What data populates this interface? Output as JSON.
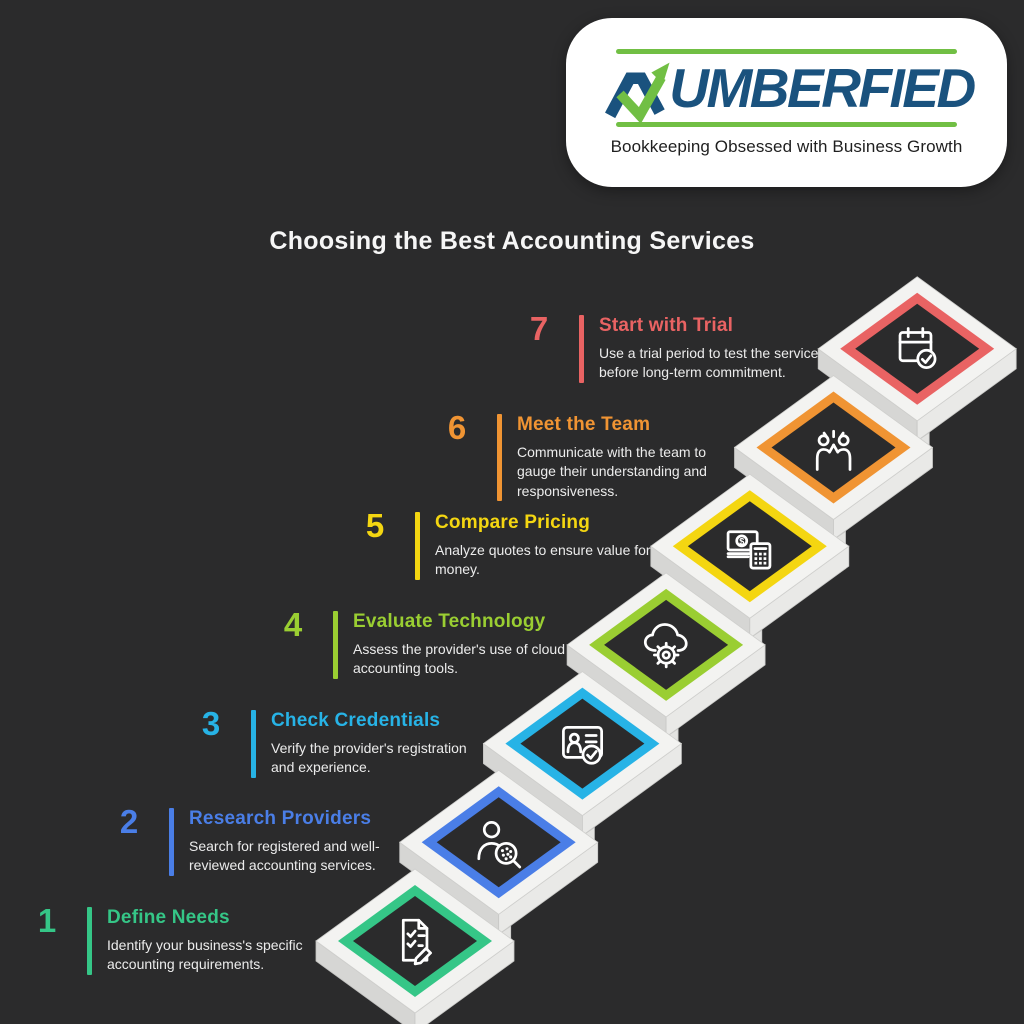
{
  "logo": {
    "brand": "NUMBERFIED",
    "brand_rest": "UMBERFIED",
    "tagline": "Bookkeeping Obsessed with Business Growth",
    "colors": {
      "blue": "#1a527e",
      "green": "#71bf44"
    }
  },
  "title": "Choosing the Best Accounting Services",
  "background_color": "#2b2b2c",
  "platform_color": "#f3f3f1",
  "steps": [
    {
      "number": "1",
      "title": "Define Needs",
      "description": "Identify your business's specific\naccounting requirements.",
      "color": "#35c687",
      "icon": "document-check-icon"
    },
    {
      "number": "2",
      "title": "Research Providers",
      "description": "Search for registered and well-\nreviewed accounting services.",
      "color": "#4a7ee7",
      "icon": "person-search-icon"
    },
    {
      "number": "3",
      "title": "Check Credentials",
      "description": "Verify the provider's registration\nand experience.",
      "color": "#27b3e6",
      "icon": "id-card-check-icon"
    },
    {
      "number": "4",
      "title": "Evaluate Technology",
      "description": "Assess the provider's use of cloud\naccounting tools.",
      "color": "#9ace32",
      "icon": "cloud-gear-icon"
    },
    {
      "number": "5",
      "title": "Compare Pricing",
      "description": "Analyze quotes to ensure value for\nmoney.",
      "color": "#f4d611",
      "icon": "money-calculator-icon"
    },
    {
      "number": "6",
      "title": "Meet the Team",
      "description": "Communicate with the team to\ngauge their understanding and\nresponsiveness.",
      "color": "#f09433",
      "icon": "team-highfive-icon"
    },
    {
      "number": "7",
      "title": "Start with Trial",
      "description": "Use a trial period to test the service\nbefore long-term commitment.",
      "color": "#e96363",
      "icon": "calendar-check-icon"
    }
  ]
}
